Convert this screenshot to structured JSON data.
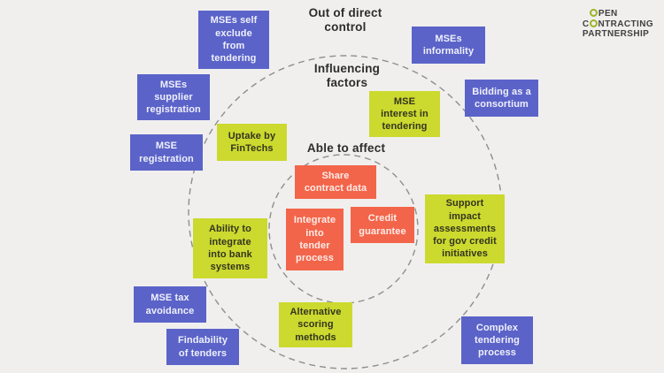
{
  "diagram": {
    "zones": [
      {
        "id": "out-of-direct-control",
        "label": "Out of direct\ncontrol"
      },
      {
        "id": "influencing-factors",
        "label": "Influencing\nfactors"
      },
      {
        "id": "able-to-affect",
        "label": "Able to affect"
      }
    ],
    "notes": [
      {
        "label": "MSEs self\nexclude\nfrom\ntendering",
        "color": "purple",
        "zone": "out-of-direct-control"
      },
      {
        "label": "MSEs\nsupplier\nregistration",
        "color": "purple",
        "zone": "out-of-direct-control"
      },
      {
        "label": "MSE\nregistration",
        "color": "purple",
        "zone": "out-of-direct-control"
      },
      {
        "label": "MSEs\ninformality",
        "color": "purple",
        "zone": "out-of-direct-control"
      },
      {
        "label": "Bidding as a\nconsortium",
        "color": "purple",
        "zone": "out-of-direct-control"
      },
      {
        "label": "MSE tax\navoidance",
        "color": "purple",
        "zone": "out-of-direct-control"
      },
      {
        "label": "Findability\nof tenders",
        "color": "purple",
        "zone": "out-of-direct-control"
      },
      {
        "label": "Complex\ntendering\nprocess",
        "color": "purple",
        "zone": "out-of-direct-control"
      },
      {
        "label": "Uptake by\nFinTechs",
        "color": "yellow",
        "zone": "influencing-factors"
      },
      {
        "label": "MSE\ninterest in\ntendering",
        "color": "yellow",
        "zone": "influencing-factors"
      },
      {
        "label": "Ability to\nintegrate\ninto bank\nsystems",
        "color": "yellow",
        "zone": "influencing-factors"
      },
      {
        "label": "Alternative\nscoring\nmethods",
        "color": "yellow",
        "zone": "influencing-factors"
      },
      {
        "label": "Support\nimpact\nassessments\nfor gov credit\ninitiatives",
        "color": "yellow",
        "zone": "influencing-factors"
      },
      {
        "label": "Share\ncontract data",
        "color": "orange",
        "zone": "able-to-affect"
      },
      {
        "label": "Integrate\ninto\ntender\nprocess",
        "color": "orange",
        "zone": "able-to-affect"
      },
      {
        "label": "Credit\nguarantee",
        "color": "orange",
        "zone": "able-to-affect"
      }
    ]
  },
  "logo": {
    "full_text": "OPEN CONTRACTING PARTNERSHIP",
    "lines": [
      {
        "pre": "",
        "rest": "PEN",
        "has_ring_o": true
      },
      {
        "pre": "C",
        "rest": "NTRACTING",
        "has_ring_o": true
      },
      {
        "pre": "",
        "rest": "PARTNERSHIP",
        "has_ring_o": false
      }
    ]
  },
  "colors": {
    "background": "#f0efee",
    "note_purple": "#5b63c9",
    "note_yellow": "#ccd92e",
    "note_orange": "#f3654a",
    "circle_stroke": "#8e8e8e",
    "zone_text": "#2d2d2d",
    "logo_green": "#9cb424",
    "logo_text": "#404040"
  }
}
